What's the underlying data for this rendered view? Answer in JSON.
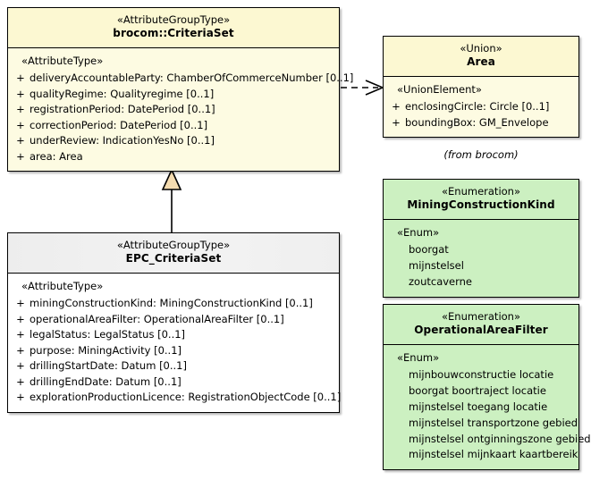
{
  "diagram": {
    "type": "uml-class-diagram",
    "background": "#ffffff",
    "colors": {
      "yellow_header": "#fcf8d2",
      "yellow_body": "#fdfbe2",
      "green_fill": "#ccf0c1",
      "gray_header": "#efefef",
      "white_body": "#ffffff",
      "line": "#000000",
      "generalization_fill": "#f5dcb0"
    }
  },
  "classes": {
    "criteriaset": {
      "stereotype": "«AttributeGroupType»",
      "name": "brocom::CriteriaSet",
      "compartment_stereotype": "«AttributeType»",
      "attributes": [
        {
          "visibility": "+",
          "text": "deliveryAccountableParty: ChamberOfCommerceNumber [0..1]"
        },
        {
          "visibility": "+",
          "text": "qualityRegime: Qualityregime [0..1]"
        },
        {
          "visibility": "+",
          "text": "registrationPeriod: DatePeriod [0..1]"
        },
        {
          "visibility": "+",
          "text": "correctionPeriod: DatePeriod [0..1]"
        },
        {
          "visibility": "+",
          "text": "underReview: IndicationYesNo [0..1]"
        },
        {
          "visibility": "+",
          "text": "area: Area"
        }
      ]
    },
    "epc_criteriaset": {
      "stereotype": "«AttributeGroupType»",
      "name": "EPC_CriteriaSet",
      "compartment_stereotype": "«AttributeType»",
      "attributes": [
        {
          "visibility": "+",
          "text": "miningConstructionKind: MiningConstructionKind [0..1]"
        },
        {
          "visibility": "+",
          "text": "operationalAreaFilter: OperationalAreaFilter [0..1]"
        },
        {
          "visibility": "+",
          "text": "legalStatus: LegalStatus [0..1]"
        },
        {
          "visibility": "+",
          "text": "purpose: MiningActivity [0..1]"
        },
        {
          "visibility": "+",
          "text": "drillingStartDate: Datum [0..1]"
        },
        {
          "visibility": "+",
          "text": "drillingEndDate: Datum [0..1]"
        },
        {
          "visibility": "+",
          "text": "explorationProductionLicence: RegistrationObjectCode [0..1]"
        }
      ]
    },
    "area": {
      "stereotype": "«Union»",
      "name": "Area",
      "compartment_stereotype": "«UnionElement»",
      "package_note": "(from brocom)",
      "attributes": [
        {
          "visibility": "+",
          "text": "enclosingCircle: Circle [0..1]"
        },
        {
          "visibility": "+",
          "text": "boundingBox: GM_Envelope"
        }
      ]
    },
    "mining_construction_kind": {
      "stereotype": "«Enumeration»",
      "name": "MiningConstructionKind",
      "compartment_stereotype": "«Enum»",
      "values": [
        "boorgat",
        "mijnstelsel",
        "zoutcaverne"
      ]
    },
    "operational_area_filter": {
      "stereotype": "«Enumeration»",
      "name": "OperationalAreaFilter",
      "compartment_stereotype": "«Enum»",
      "values": [
        "mijnbouwconstructie locatie",
        "boorgat boortraject locatie",
        "mijnstelsel toegang locatie",
        "mijnstelsel transportzone gebied",
        "mijnstelsel ontginningszone gebied",
        "mijnstelsel mijnkaart kaartbereik"
      ]
    }
  },
  "relations": {
    "generalization": {
      "kind": "generalization",
      "source": "EPC_CriteriaSet",
      "target": "brocom::CriteriaSet",
      "arrow": "hollow-triangle"
    },
    "dependency": {
      "kind": "dependency",
      "source": "brocom::CriteriaSet",
      "target": "Area",
      "arrow": "open-arrow-dashed"
    }
  }
}
